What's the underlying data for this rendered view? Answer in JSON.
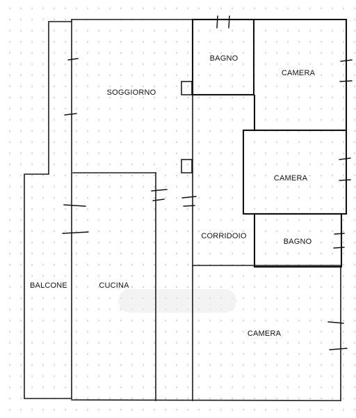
{
  "rooms": [
    {
      "id": "soggiorno",
      "label": "SOGGIORNO"
    },
    {
      "id": "bagno-top",
      "label": "BAGNO"
    },
    {
      "id": "camera-top",
      "label": "CAMERA"
    },
    {
      "id": "camera-middle",
      "label": "CAMERA"
    },
    {
      "id": "corridoio",
      "label": "CORRIDOIO"
    },
    {
      "id": "bagno-bottom",
      "label": "BAGNO"
    },
    {
      "id": "balcone",
      "label": "BALCONE"
    },
    {
      "id": "cucina",
      "label": "CUCINA"
    },
    {
      "id": "camera-bottom",
      "label": "CAMERA"
    }
  ],
  "colors": {
    "wall": "#1a1a1a",
    "background": "#ffffff",
    "grid_dots": "#cfcfcf"
  }
}
